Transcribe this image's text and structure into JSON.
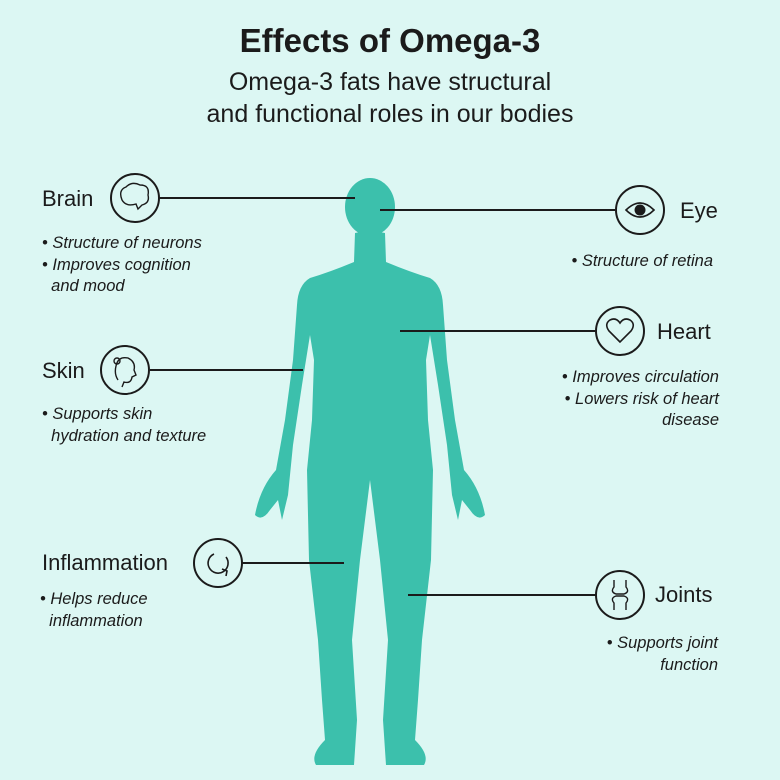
{
  "title": "Effects of Omega-3",
  "subtitle": [
    "Omega-3 fats have structural",
    "and functional roles in our bodies"
  ],
  "colors": {
    "background": "#dcf7f3",
    "body": "#3cc0ac",
    "ink": "#1b1b1b"
  },
  "effects": {
    "brain": {
      "label": "Brain",
      "icon": "brain-icon",
      "lines": [
        "• Structure of neurons",
        "• Improves cognition",
        "  and mood"
      ]
    },
    "skin": {
      "label": "Skin",
      "icon": "face-icon",
      "lines": [
        "• Supports skin",
        "  hydration and texture"
      ]
    },
    "inflammation": {
      "label": "Inflammation",
      "icon": "circular-arrow-icon",
      "lines": [
        "• Helps reduce",
        "  inflammation"
      ]
    },
    "eye": {
      "label": "Eye",
      "icon": "eye-icon",
      "lines": [
        "• Structure of retina"
      ]
    },
    "heart": {
      "label": "Heart",
      "icon": "heart-icon",
      "lines": [
        "• Improves circulation",
        "• Lowers risk of heart",
        "disease"
      ]
    },
    "joints": {
      "label": "Joints",
      "icon": "joint-icon",
      "lines": [
        "• Supports joint",
        "function"
      ]
    }
  }
}
